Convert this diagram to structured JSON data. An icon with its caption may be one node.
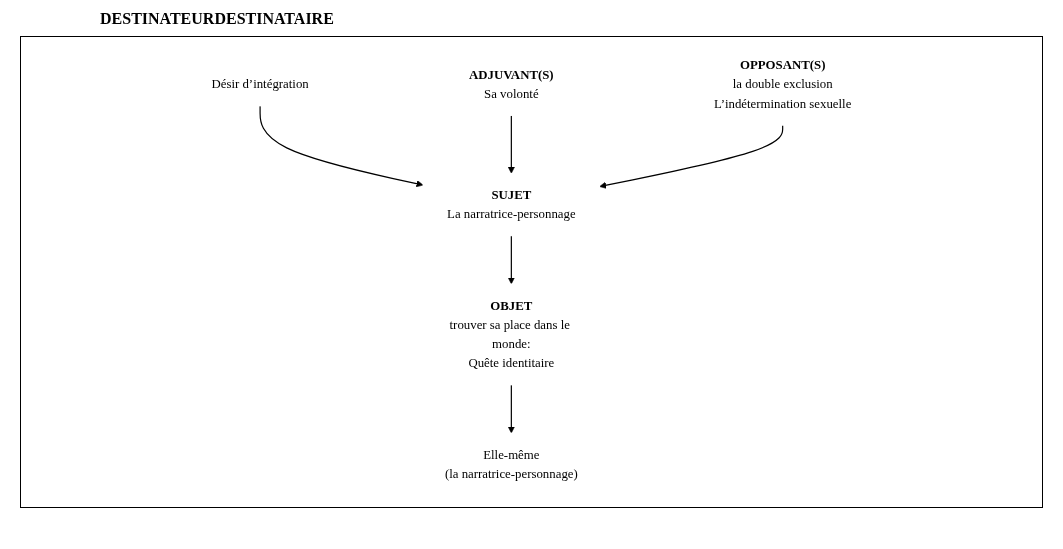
{
  "diagram": {
    "title": "DESTINATEURDESTINATAIRE",
    "nodes": [
      {
        "text": [
          "Désir d’intégration"
        ]
      },
      {
        "text": [
          "Elle-même",
          "(la narratrice-personnage)"
        ]
      },
      {
        "text": [
          "SUJET",
          "La narratrice-personnage"
        ]
      },
      {
        "text": [
          "OBJET",
          "trouver sa place dans le monde:",
          "Quête identitaire"
        ]
      },
      {
        "text": [
          "ADJUVANT(S)",
          "Sa volonté"
        ]
      },
      {
        "text": [
          "OPPOSANT(S)",
          "la double exclusion",
          "L’indétermination sexuelle"
        ]
      }
    ],
    "edges": [
      {
        "from": 0,
        "to": 2,
        "arrow": "to"
      },
      {
        "from": 3,
        "to": 1,
        "arrow": "to"
      },
      {
        "from": 2,
        "to": 3,
        "arrow": "to"
      },
      {
        "from": 4,
        "to": 2,
        "arrow": "to"
      },
      {
        "from": 5,
        "to": 2,
        "arrow": "to"
      }
    ]
  }
}
